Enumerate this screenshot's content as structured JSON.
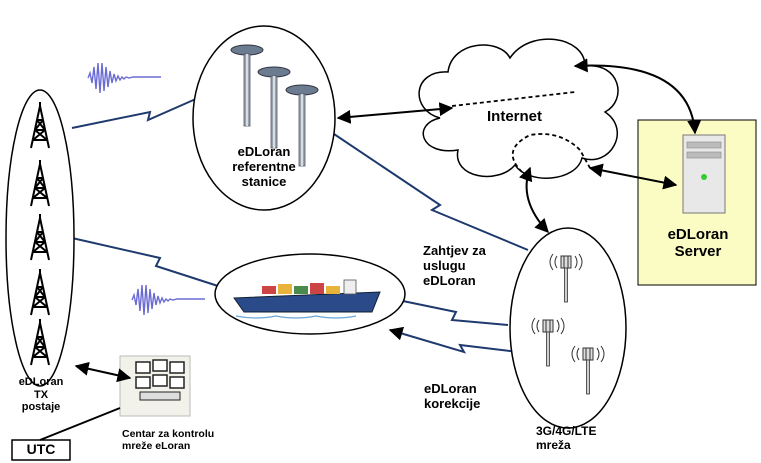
{
  "labels": {
    "reference_stations": "eDLoran\nreferentne\nstanice",
    "internet": "Internet",
    "server": "eDLoran\nServer",
    "service_request": "Zahtjev za\nuslugu\neDLoran",
    "corrections": "eDLoran\nkorekcije",
    "network": "3G/4G/LTE\nmreža",
    "tx_stations": "eDLoran\nTX\npostaje",
    "utc": "UTC",
    "control_center": "Centar za kontrolu\nmreže eLoran"
  },
  "icons": {
    "towers": "lattice-tower-icon",
    "antennas": "reference-antenna-icon",
    "server": "server-icon",
    "ship": "container-ship-icon",
    "cell": "cell-tower-icon",
    "monitors": "monitor-wall-icon",
    "signal": "loran-pulse-icon",
    "link": "lightning-link-icon"
  },
  "colors": {
    "link_line": "#1f3a6e",
    "server_panel": "#fbfbc4",
    "pulse": "#6b6bd6"
  }
}
